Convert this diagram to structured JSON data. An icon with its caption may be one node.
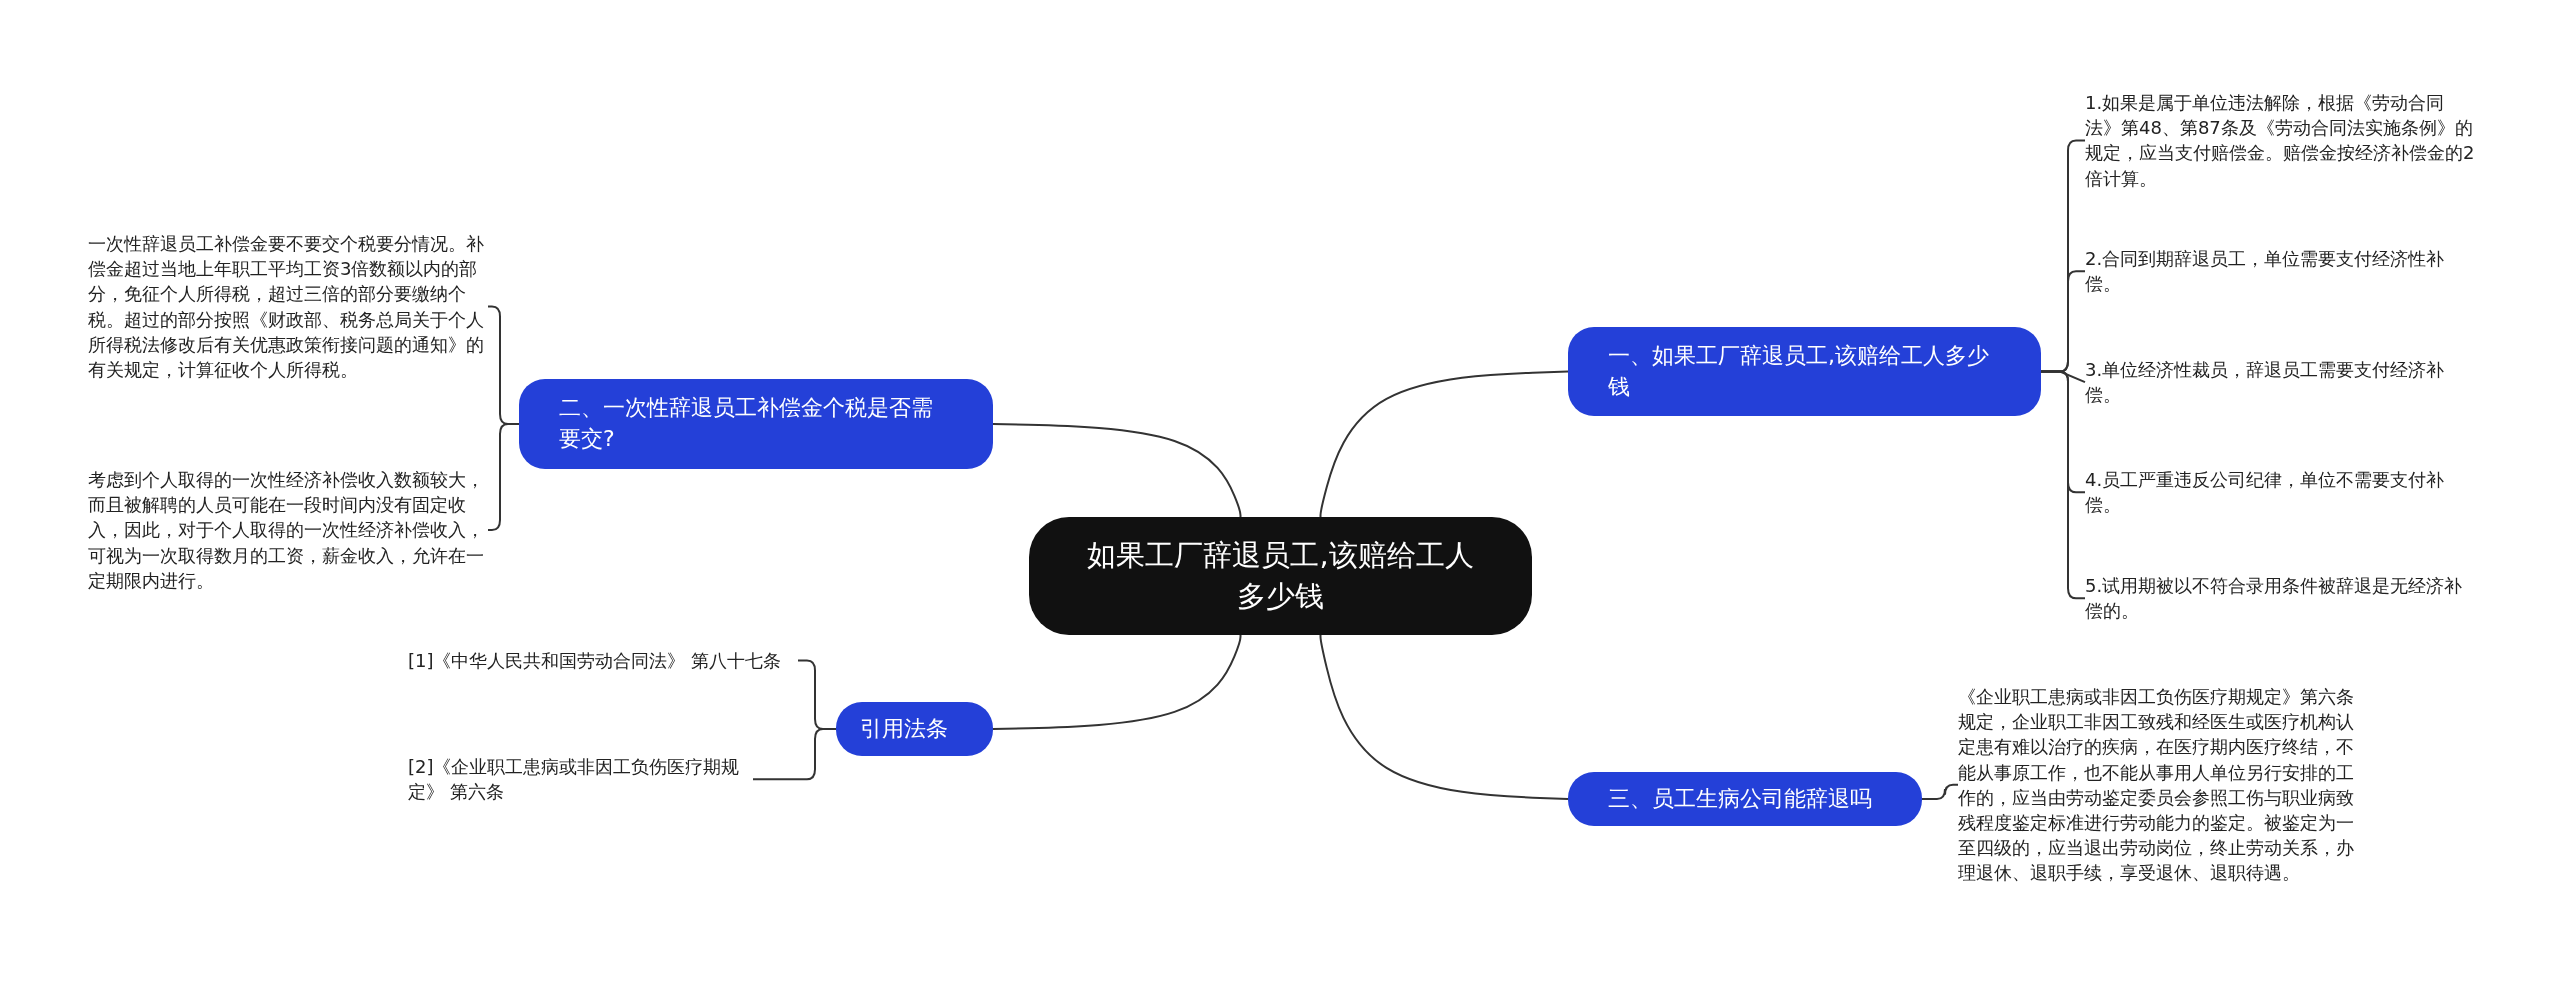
{
  "diagram": {
    "nodes": [
      {
        "text": [
          "如果工厂辞退员工,该赔给工人多少钱"
        ]
      },
      {
        "text": [
          "一、如果工厂辞退员工,该赔给工人多少钱"
        ]
      },
      {
        "text": [
          "1.如果是属于单位违法解除，根据《劳动合同法》第48、第87条及《劳动合同法实施条例》的规定，应当支付赔偿金。赔偿金按经济补偿金的2倍计算。"
        ]
      },
      {
        "text": [
          "2.合同到期辞退员工，单位需要支付经济性补偿。"
        ]
      },
      {
        "text": [
          "3.单位经济性裁员，辞退员工需要支付经济补偿。"
        ]
      },
      {
        "text": [
          "4.员工严重违反公司纪律，单位不需要支付补偿。"
        ]
      },
      {
        "text": [
          "5.试用期被以不符合录用条件被辞退是无经济补偿的。"
        ]
      },
      {
        "text": [
          "三、员工生病公司能辞退吗"
        ]
      },
      {
        "text": [
          "《企业职工患病或非因工负伤医疗期规定》第六条规定，企业职工非因工致残和经医生或医疗机构认定患有难以治疗的疾病，在医疗期内医疗终结，不能从事原工作，也不能从事用人单位另行安排的工作的，应当由劳动鉴定委员会参照工伤与职业病致残程度鉴定标准进行劳动能力的鉴定。被鉴定为一至四级的，应当退出劳动岗位，终止劳动关系，办理退休、退职手续，享受退休、退职待遇。"
        ]
      },
      {
        "text": [
          "二、一次性辞退员工补偿金个税是否需要交?"
        ]
      },
      {
        "text": [
          "一次性辞退员工补偿金要不要交个税要分情况。补偿金超过当地上年职工平均工资3倍数额以内的部分，免征个人所得税，超过三倍的部分要缴纳个税。超过的部分按照《财政部、税务总局关于个人所得税法修改后有关优惠政策衔接问题的通知》的有关规定，计算征收个人所得税。"
        ]
      },
      {
        "text": [
          "考虑到个人取得的一次性经济补偿收入数额较大，而且被解聘的人员可能在一段时间内没有固定收入，因此，对于个人取得的一次性经济补偿收入，可视为一次取得数月的工资，薪金收入，允许在一定期限内进行。"
        ]
      },
      {
        "text": [
          "引用法条"
        ]
      },
      {
        "text": [
          "[1]《中华人民共和国劳动合同法》 第八十七条"
        ]
      },
      {
        "text": [
          "[2]《企业职工患病或非因工负伤医疗期规定》 第六条"
        ]
      }
    ],
    "edges": [
      {
        "from": 0,
        "to": 1,
        "arrow": "none"
      },
      {
        "from": 1,
        "to": 2,
        "arrow": "none"
      },
      {
        "from": 1,
        "to": 3,
        "arrow": "none"
      },
      {
        "from": 1,
        "to": 4,
        "arrow": "none"
      },
      {
        "from": 1,
        "to": 5,
        "arrow": "none"
      },
      {
        "from": 1,
        "to": 6,
        "arrow": "none"
      },
      {
        "from": 0,
        "to": 7,
        "arrow": "none"
      },
      {
        "from": 7,
        "to": 8,
        "arrow": "none"
      },
      {
        "from": 0,
        "to": 9,
        "arrow": "none"
      },
      {
        "from": 9,
        "to": 10,
        "arrow": "none"
      },
      {
        "from": 9,
        "to": 11,
        "arrow": "none"
      },
      {
        "from": 0,
        "to": 12,
        "arrow": "none"
      },
      {
        "from": 12,
        "to": 13,
        "arrow": "none"
      },
      {
        "from": 12,
        "to": 14,
        "arrow": "none"
      }
    ]
  }
}
